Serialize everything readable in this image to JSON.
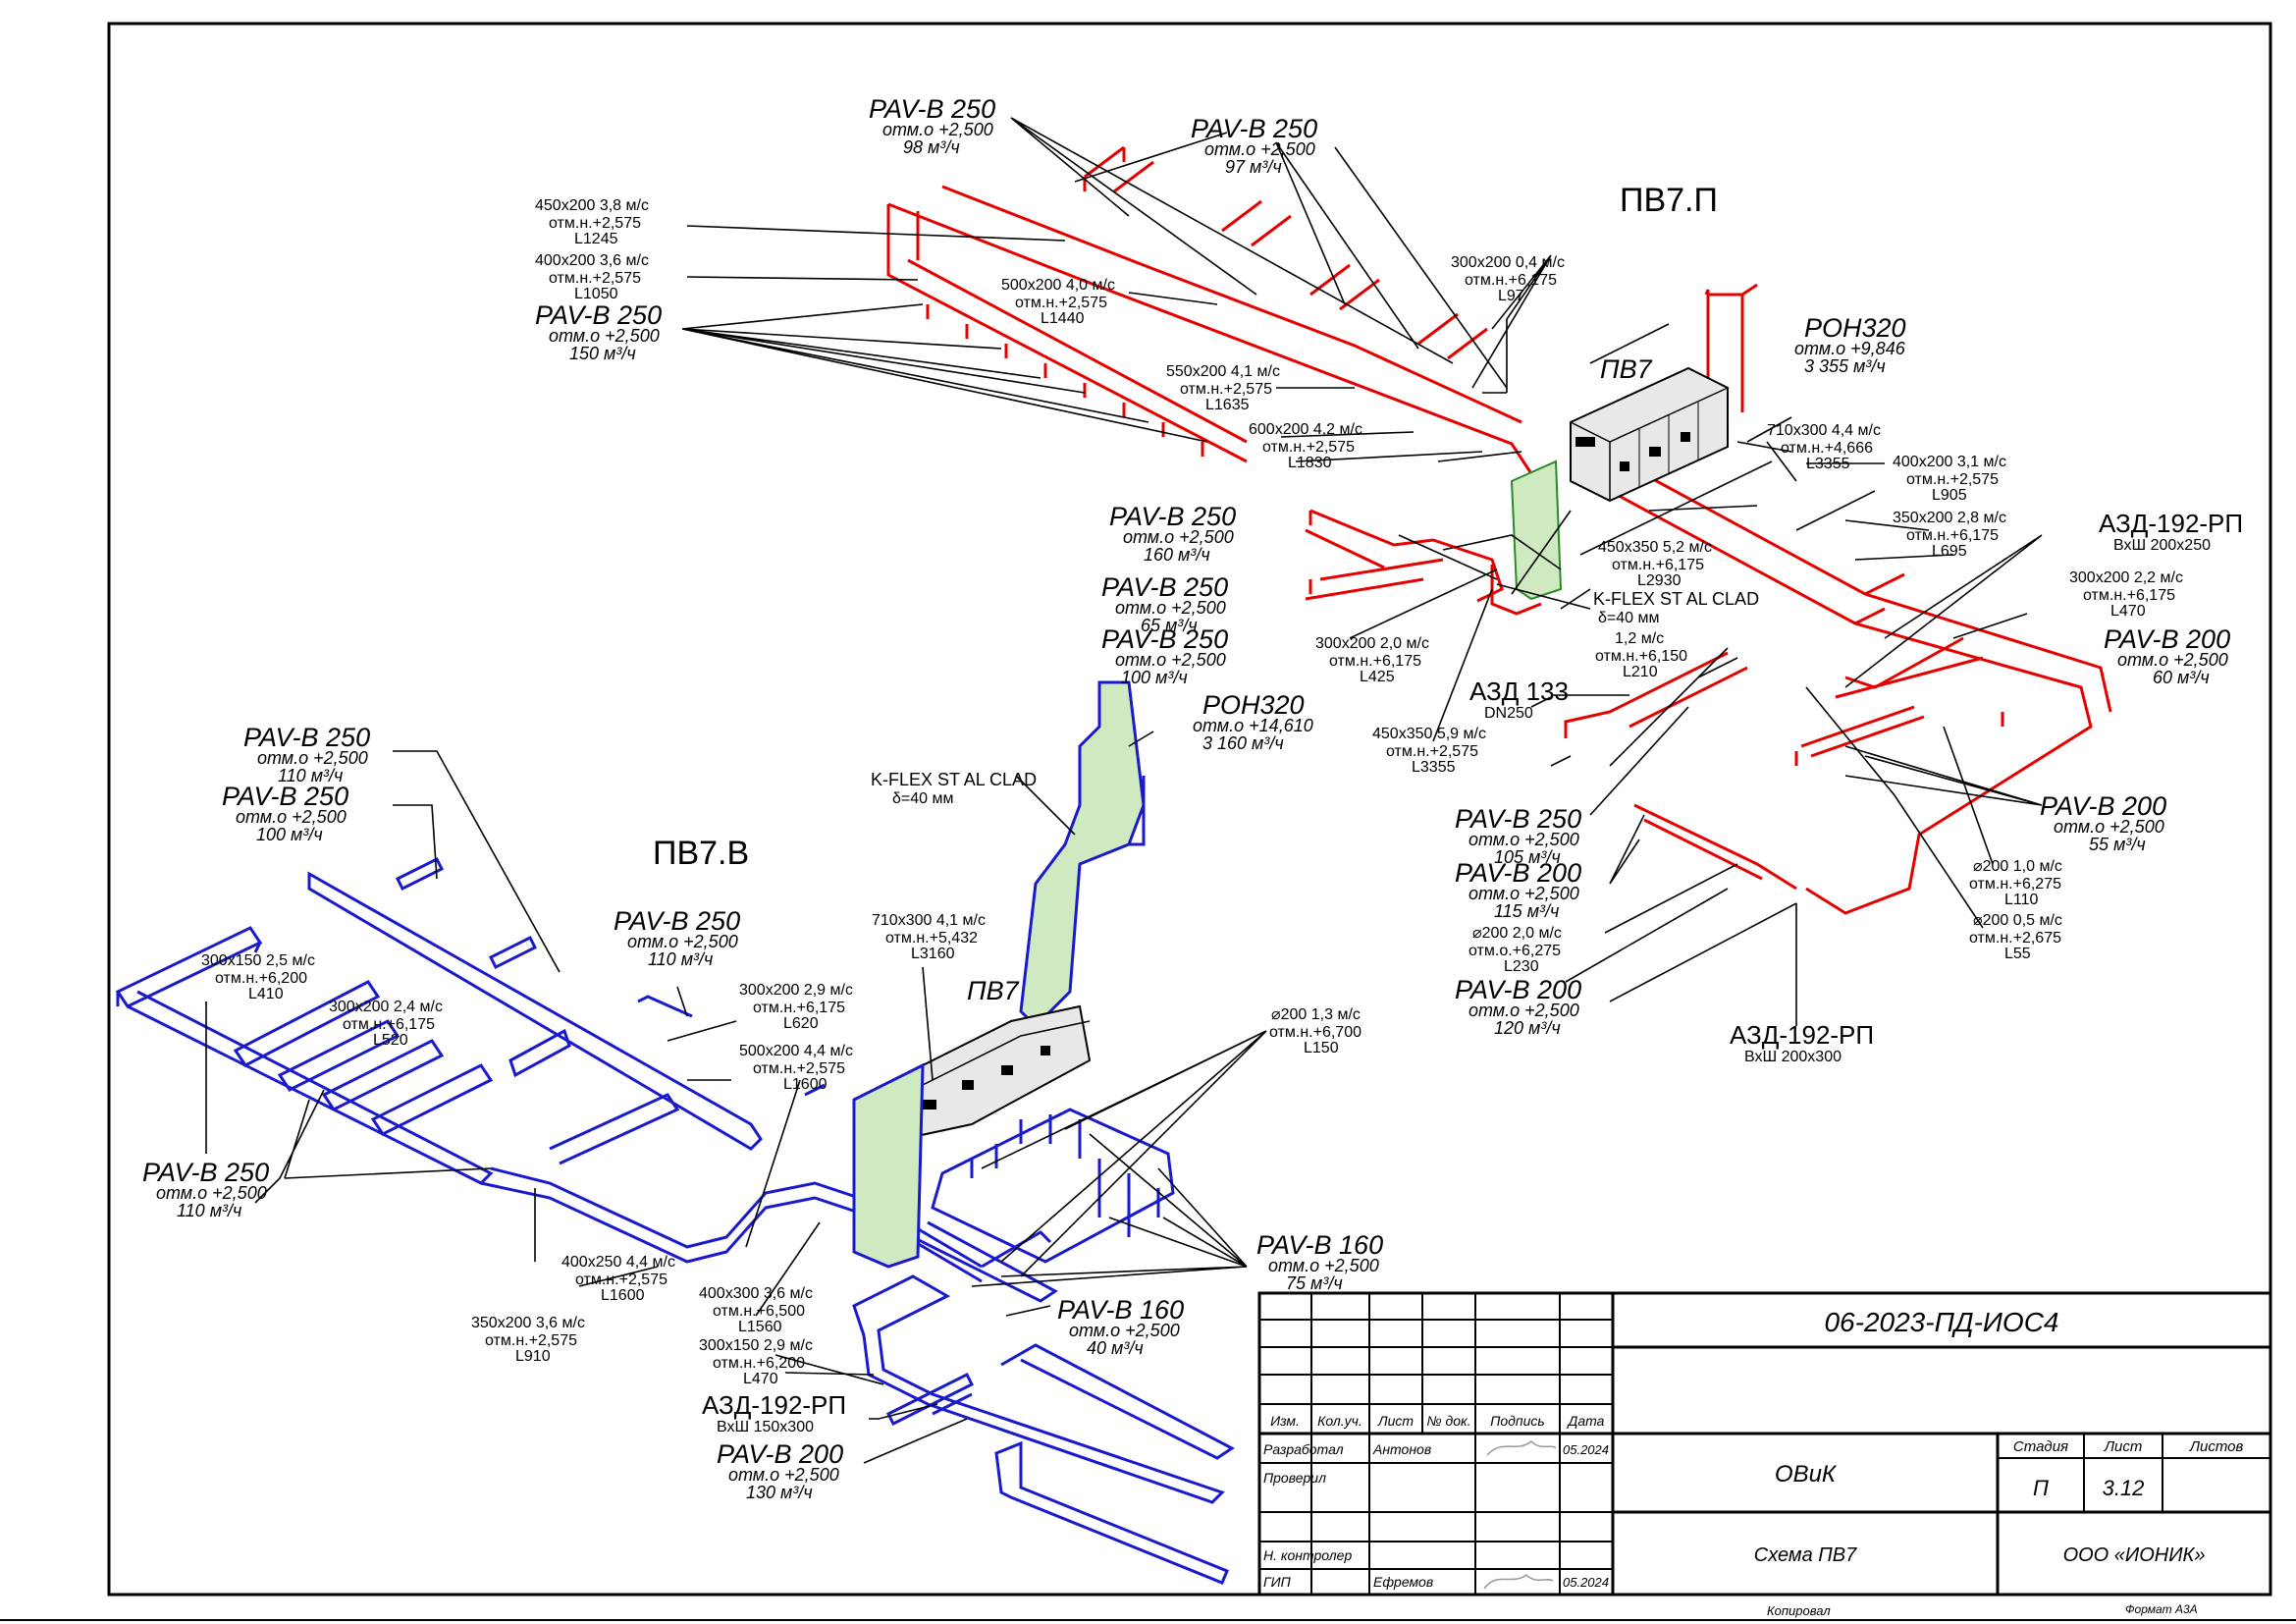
{
  "systems": {
    "supply_label": "ПВ7.П",
    "exhaust_label": "ПВ7.В",
    "unit_top": "ПВ7",
    "unit_bottom": "ПВ7"
  },
  "labels_red": [
    {
      "id": "r-pav-1",
      "mark": "PAV-B 250",
      "lines": [
        "отм.о +2,500",
        "98 м³/ч"
      ]
    },
    {
      "id": "r-pav-2",
      "mark": "PAV-B 250",
      "lines": [
        "отм.о +2,500",
        "97 м³/ч"
      ]
    },
    {
      "id": "r-pav-3",
      "mark": "PAV-B 250",
      "lines": [
        "отм.о +2,500",
        "150 м³/ч"
      ]
    },
    {
      "id": "r-pav-4",
      "mark": "PAV-B 250",
      "lines": [
        "отм.о +2,500",
        "160 м³/ч"
      ]
    },
    {
      "id": "r-pav-5",
      "mark": "PAV-B 250",
      "lines": [
        "отм.о +2,500",
        "65 м³/ч"
      ]
    },
    {
      "id": "r-pav-6",
      "mark": "PAV-B 250",
      "lines": [
        "отм.о +2,500",
        "100 м³/ч"
      ]
    },
    {
      "id": "r-pav-7",
      "mark": "PAV-B 250",
      "lines": [
        "отм.о +2,500",
        "105 м³/ч"
      ]
    },
    {
      "id": "r-pav-8",
      "mark": "PAV-B 200",
      "lines": [
        "отм.о +2,500",
        "115 м³/ч"
      ]
    },
    {
      "id": "r-pav-9",
      "mark": "PAV-B 200",
      "lines": [
        "отм.о +2,500",
        "120 м³/ч"
      ]
    },
    {
      "id": "r-pav-10",
      "mark": "PAV-B 200",
      "lines": [
        "отм.о +2,500",
        "60 м³/ч"
      ]
    },
    {
      "id": "r-pav-11",
      "mark": "PAV-B 200",
      "lines": [
        "отм.о +2,500",
        "55 м³/ч"
      ]
    },
    {
      "id": "r-roh",
      "mark": "РОН320",
      "lines": [
        "отм.о +9,846",
        "3 355 м³/ч"
      ]
    }
  ],
  "specs_red": [
    {
      "id": "rs-1",
      "lines": [
        "450x200  3,8 м/с",
        "отм.н.+2,575",
        "L1245"
      ]
    },
    {
      "id": "rs-2",
      "lines": [
        "400x200  3,6 м/с",
        "отм.н.+2,575",
        "L1050"
      ]
    },
    {
      "id": "rs-3",
      "lines": [
        "500x200  4,0 м/с",
        "отм.н.+2,575",
        "L1440"
      ]
    },
    {
      "id": "rs-4",
      "lines": [
        "550x200  4,1 м/с",
        "отм.н.+2,575",
        "L1635"
      ]
    },
    {
      "id": "rs-5",
      "lines": [
        "600x200  4,2 м/с",
        "отм.н.+2,575",
        "L1830"
      ]
    },
    {
      "id": "rs-6",
      "lines": [
        "300x200  0,4 м/с",
        "отм.н.+6,175",
        "L97"
      ]
    },
    {
      "id": "rs-7",
      "lines": [
        "710x300  4,4 м/с",
        "отм.н.+4,666",
        "L3355"
      ]
    },
    {
      "id": "rs-8",
      "lines": [
        "400x200  3,1 м/с",
        "отм.н.+2,575",
        "L905"
      ]
    },
    {
      "id": "rs-9",
      "lines": [
        "350x200  2,8 м/с",
        "отм.н.+6,175",
        "L695"
      ]
    },
    {
      "id": "rs-10",
      "lines": [
        "450x350  5,2 м/с",
        "отм.н.+6,175",
        "L2930"
      ]
    },
    {
      "id": "rs-11",
      "lines": [
        "300x200  2,0 м/с",
        "отм.н.+6,175",
        "L425"
      ]
    },
    {
      "id": "rs-12",
      "lines": [
        "1,2 м/с",
        "отм.н.+6,150",
        "L210"
      ]
    },
    {
      "id": "rs-13",
      "lines": [
        "450x350  5,9 м/с",
        "отм.н.+2,575",
        "L3355"
      ]
    },
    {
      "id": "rs-14",
      "lines": [
        "300x200  2,2 м/с",
        "отм.н.+6,175",
        "L470"
      ]
    },
    {
      "id": "rs-15",
      "lines": [
        "⌀200  1,0 м/с",
        "отм.н.+6,275",
        "L110"
      ]
    },
    {
      "id": "rs-16",
      "lines": [
        "⌀200  0,5 м/с",
        "отм.н.+2,675",
        "L55"
      ]
    },
    {
      "id": "rs-17",
      "lines": [
        "⌀200  2,0 м/с",
        "отм.о.+6,275",
        "L230"
      ]
    }
  ],
  "labels_blue": [
    {
      "id": "b-pav-1",
      "mark": "PAV-B 250",
      "lines": [
        "отм.о +2,500",
        "110 м³/ч"
      ]
    },
    {
      "id": "b-pav-2",
      "mark": "PAV-B 250",
      "lines": [
        "отм.о +2,500",
        "100 м³/ч"
      ]
    },
    {
      "id": "b-pav-3",
      "mark": "PAV-B 250",
      "lines": [
        "отм.о +2,500",
        "110 м³/ч"
      ]
    },
    {
      "id": "b-pav-4",
      "mark": "PAV-B 250",
      "lines": [
        "отм.о +2,500",
        "110 м³/ч"
      ]
    },
    {
      "id": "b-pav-5",
      "mark": "PAV-B 160",
      "lines": [
        "отм.о +2,500",
        "75 м³/ч"
      ]
    },
    {
      "id": "b-pav-6",
      "mark": "PAV-B 160",
      "lines": [
        "отм.о +2,500",
        "40 м³/ч"
      ]
    },
    {
      "id": "b-pav-7",
      "mark": "PAV-B 200",
      "lines": [
        "отм.о +2,500",
        "130 м³/ч"
      ]
    },
    {
      "id": "b-roh",
      "mark": "РОН320",
      "lines": [
        "отм.о +14,610",
        "3 160 м³/ч"
      ]
    }
  ],
  "specs_blue": [
    {
      "id": "bs-1",
      "lines": [
        "300x150  2,5 м/с",
        "отм.н.+6,200",
        "L410"
      ]
    },
    {
      "id": "bs-2",
      "lines": [
        "300x200  2,4 м/с",
        "отм.н.+6,175",
        "L520"
      ]
    },
    {
      "id": "bs-3",
      "lines": [
        "300x200  2,9 м/с",
        "отм.н.+6,175",
        "L620"
      ]
    },
    {
      "id": "bs-4",
      "lines": [
        "500x200  4,4 м/с",
        "отм.н.+2,575",
        "L1600"
      ]
    },
    {
      "id": "bs-5",
      "lines": [
        "710x300  4,1 м/с",
        "отм.н.+5,432",
        "L3160"
      ]
    },
    {
      "id": "bs-6",
      "lines": [
        "⌀200  1,3 м/с",
        "отм.н.+6,700",
        "L150"
      ]
    },
    {
      "id": "bs-7",
      "lines": [
        "400x250  4,4 м/с",
        "отм.н.+2,575",
        "L1600"
      ]
    },
    {
      "id": "bs-8",
      "lines": [
        "350x200  3,6 м/с",
        "отм.н.+2,575",
        "L910"
      ]
    },
    {
      "id": "bs-9",
      "lines": [
        "400x300  3,6 м/с",
        "отм.н.+6,500",
        "L1560"
      ]
    },
    {
      "id": "bs-10",
      "lines": [
        "300x150  2,9 м/с",
        "отм.н.+6,200",
        "L470"
      ]
    }
  ],
  "devices": [
    {
      "id": "d-azd-1",
      "title": "АЗД-192-РП",
      "sub": "ВхШ 200x250"
    },
    {
      "id": "d-azd-2",
      "title": "АЗД 133",
      "sub": "DN250"
    },
    {
      "id": "d-azd-3",
      "title": "АЗД-192-РП",
      "sub": "ВхШ 200x300"
    },
    {
      "id": "d-azd-4",
      "title": "АЗД-192-РП",
      "sub": "ВхШ 150x300"
    },
    {
      "id": "d-kflex-1",
      "title": "K-FLEX ST AL CLAD",
      "sub": "δ=40 мм"
    },
    {
      "id": "d-kflex-2",
      "title": "K-FLEX ST AL CLAD",
      "sub": "δ=40 мм"
    }
  ],
  "title_block": {
    "doc_code": "06-2023-ПД-ИОС4",
    "headers": [
      "Изм.",
      "Кол.уч.",
      "Лист",
      "№ док.",
      "Подпись",
      "Дата"
    ],
    "roles": [
      {
        "role": "Разработал",
        "name": "Антонов",
        "date": "05.2024"
      },
      {
        "role": "Проверил",
        "name": "",
        "date": ""
      },
      {
        "role": "",
        "name": "",
        "date": ""
      },
      {
        "role": "Н. контролер",
        "name": "",
        "date": ""
      },
      {
        "role": "ГИП",
        "name": "Ефремов",
        "date": "05.2024"
      }
    ],
    "section": "ОВиК",
    "stage_header": "Стадия",
    "sheet_header": "Лист",
    "sheets_header": "Листов",
    "stage": "П",
    "sheet": "3.12",
    "sheets": "",
    "drawing_name": "Схема ПВ7",
    "company": "ООО «ИОНИК»",
    "copied": "Копировал",
    "format": "Формат А3А"
  }
}
